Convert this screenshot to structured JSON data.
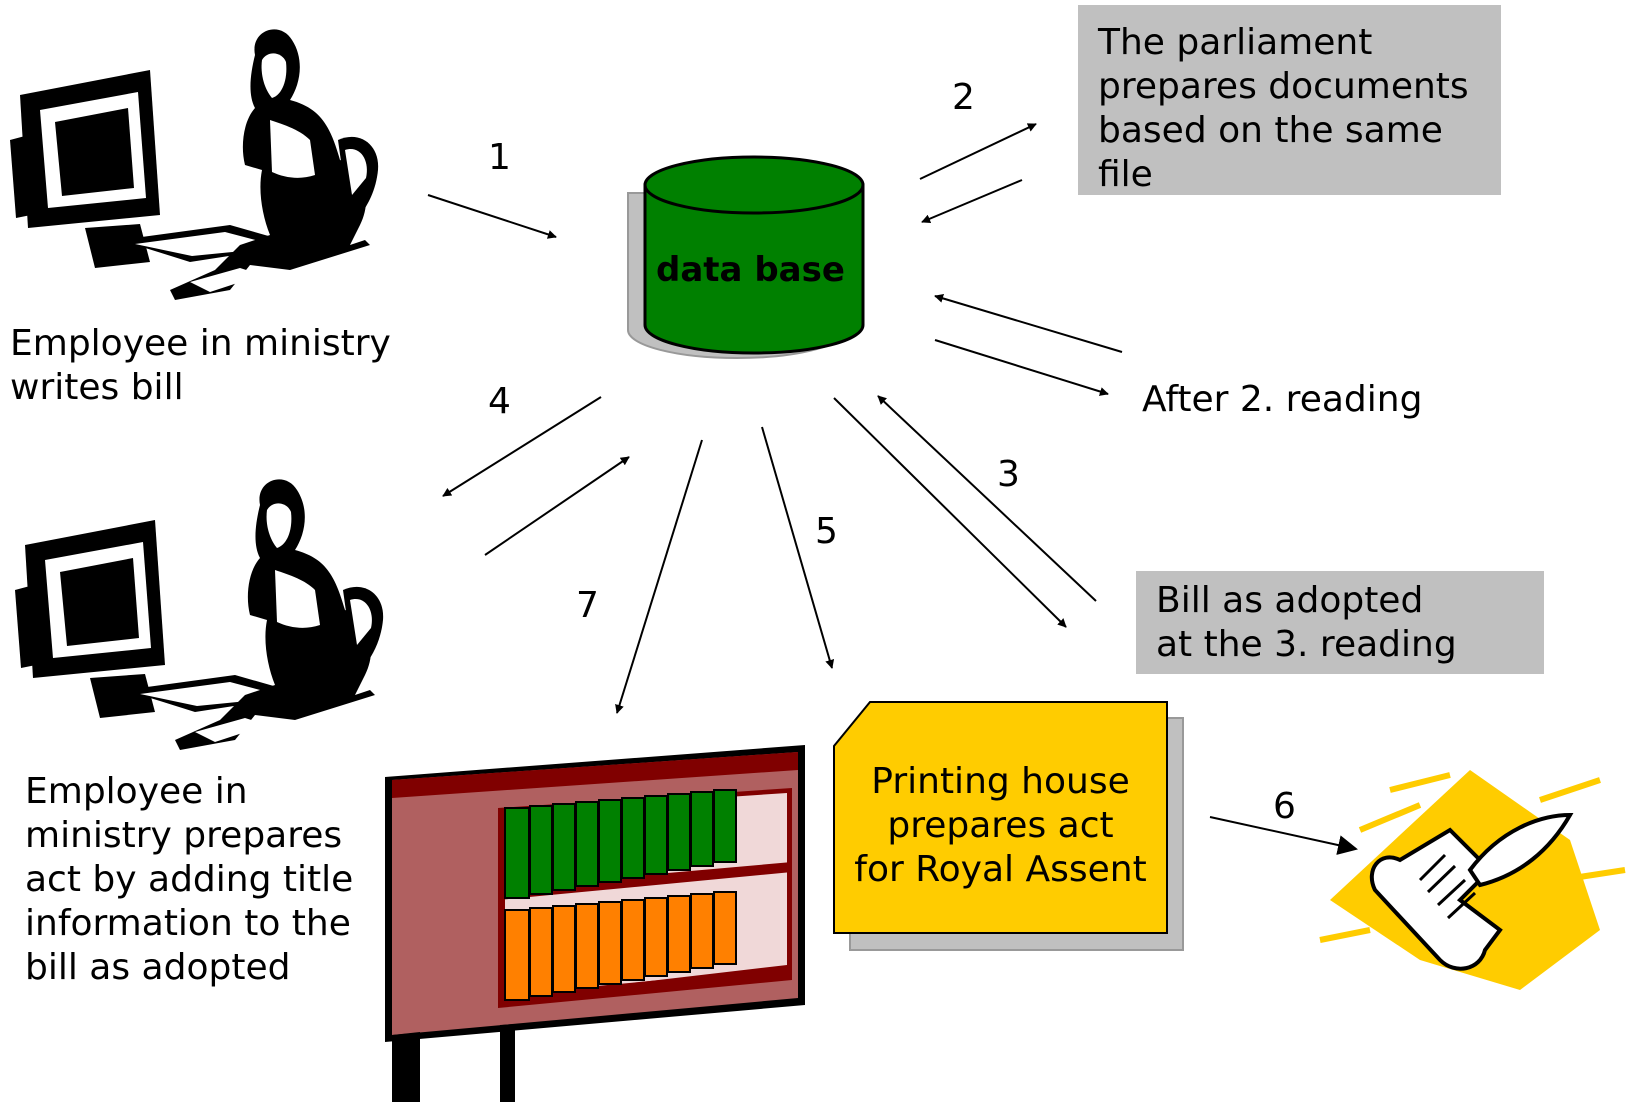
{
  "database": {
    "label": "data base",
    "fill": "#008000",
    "shadow": "#c0c0c0"
  },
  "ministry_top": {
    "caption": [
      "Employee in ministry",
      "writes bill"
    ]
  },
  "ministry_bottom": {
    "caption": [
      "Employee in",
      "ministry prepares",
      "act by adding title",
      "information to the",
      "bill as adopted"
    ]
  },
  "parliament": {
    "text": [
      "The parliament",
      "prepares documents",
      "based on the same",
      "file"
    ],
    "fill": "#c0c0c0"
  },
  "second_reading": {
    "text": "After 2. reading"
  },
  "third_reading": {
    "text": [
      "Bill as adopted",
      "at the 3. reading"
    ],
    "fill": "#c0c0c0"
  },
  "printing_house": {
    "text": [
      "Printing house",
      "prepares act",
      "for Royal Assent"
    ],
    "fill": "#ffcc00"
  },
  "steps": {
    "s1": "1",
    "s2": "2",
    "s3": "3",
    "s4": "4",
    "s5": "5",
    "s6": "6",
    "s7": "7"
  },
  "icons": {
    "worker": "person-at-computer-icon",
    "bookshelf": "bookshelf-icon",
    "scroll": "scroll-quill-icon"
  }
}
